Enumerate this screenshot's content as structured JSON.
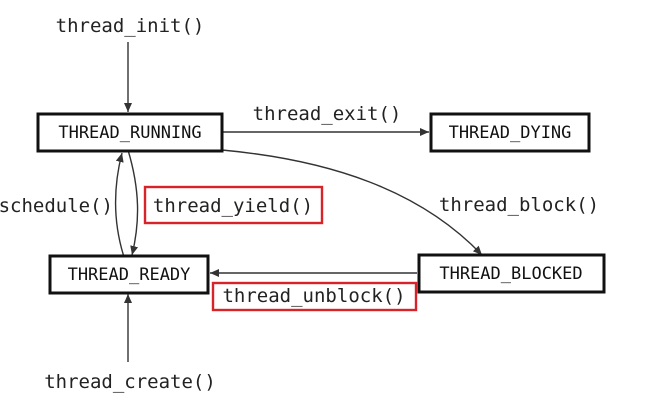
{
  "states": {
    "running": "THREAD_RUNNING",
    "dying": "THREAD_DYING",
    "ready": "THREAD_READY",
    "blocked": "THREAD_BLOCKED"
  },
  "transitions": {
    "init": "thread_init()",
    "exit": "thread_exit()",
    "schedule": "schedule()",
    "yield": "thread_yield()",
    "block": "thread_block()",
    "unblock": "thread_unblock()",
    "create": "thread_create()"
  },
  "colors": {
    "box_border": "#111111",
    "arrow": "#333333",
    "highlight": "#d9232a"
  }
}
